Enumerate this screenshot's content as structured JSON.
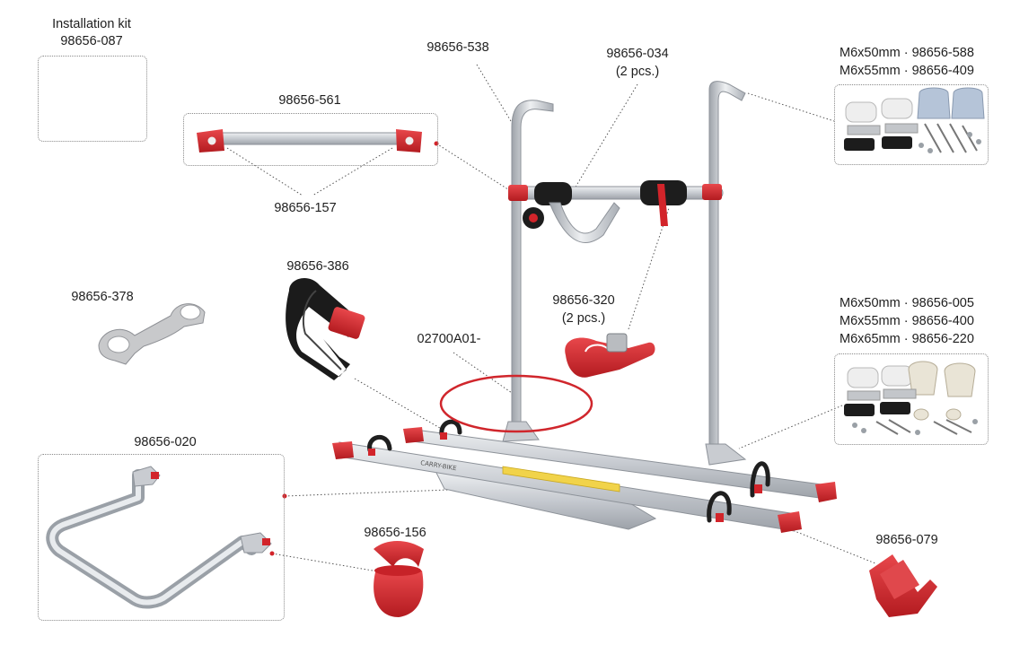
{
  "labels": {
    "installation_kit_title": "Installation kit",
    "installation_kit_code": "98656-087",
    "crossbar": "98656-561",
    "crossbar_ends": "98656-157",
    "upright": "98656-538",
    "pad": "98656-034",
    "pad_qty": "(2 pcs.)",
    "top_kit_line1": "M6x50mm · 98656-588",
    "top_kit_line2": "M6x55mm · 98656-409",
    "strap": "98656-386",
    "clip": "98656-378",
    "frame_strap": "98656-320",
    "frame_strap_qty": "(2 pcs.)",
    "joint": "02700A01-",
    "bottom_kit_line1": "M6x50mm · 98656-005",
    "bottom_kit_line2": "M6x55mm · 98656-400",
    "bottom_kit_line3": "M6x65mm · 98656-220",
    "u_frame": "98656-020",
    "rail_end": "98656-156",
    "rail_cap": "98656-079"
  },
  "product_sticker_text": "CARRY-BIKE",
  "colors": {
    "accent_red": "#d2242a",
    "highlight_circle": "#d0262c",
    "aluminium": "#c9ccd1",
    "leader_line": "#555555"
  }
}
